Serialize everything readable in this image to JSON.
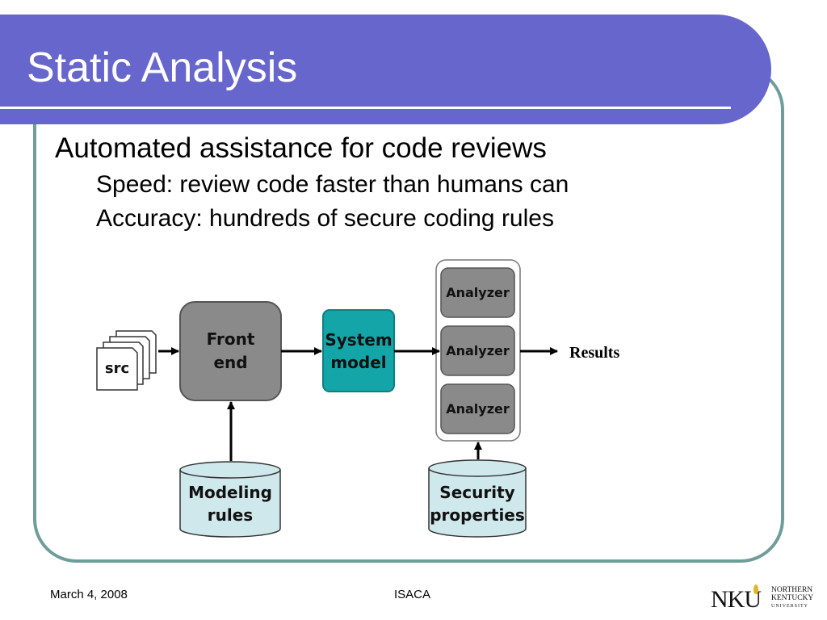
{
  "slide": {
    "title": "Static Analysis",
    "bullets": {
      "main": "Automated assistance for code reviews",
      "sub": [
        "Speed: review code faster than humans can",
        "Accuracy: hundreds of secure coding rules"
      ]
    }
  },
  "diagram": {
    "src_label": "src",
    "front_end": [
      "Front",
      "end"
    ],
    "system_model": [
      "System",
      "model"
    ],
    "analyzers": [
      "Analyzer",
      "Analyzer",
      "Analyzer"
    ],
    "results": "Results",
    "modeling_rules": [
      "Modeling",
      "rules"
    ],
    "security_properties": [
      "Security",
      "properties"
    ],
    "colors": {
      "box_gray": "#8a8a8a",
      "system_model": "#13a5a8",
      "database": "#cfe8ec"
    }
  },
  "footer": {
    "date": "March 4, 2008",
    "center": "ISACA",
    "logo": {
      "mark": "NKU",
      "lines": [
        "NORTHERN",
        "KENTUCKY",
        "UNIVERSITY"
      ]
    }
  },
  "theme": {
    "title_bar": "#6666cc",
    "frame_border": "#6f9d9a"
  }
}
